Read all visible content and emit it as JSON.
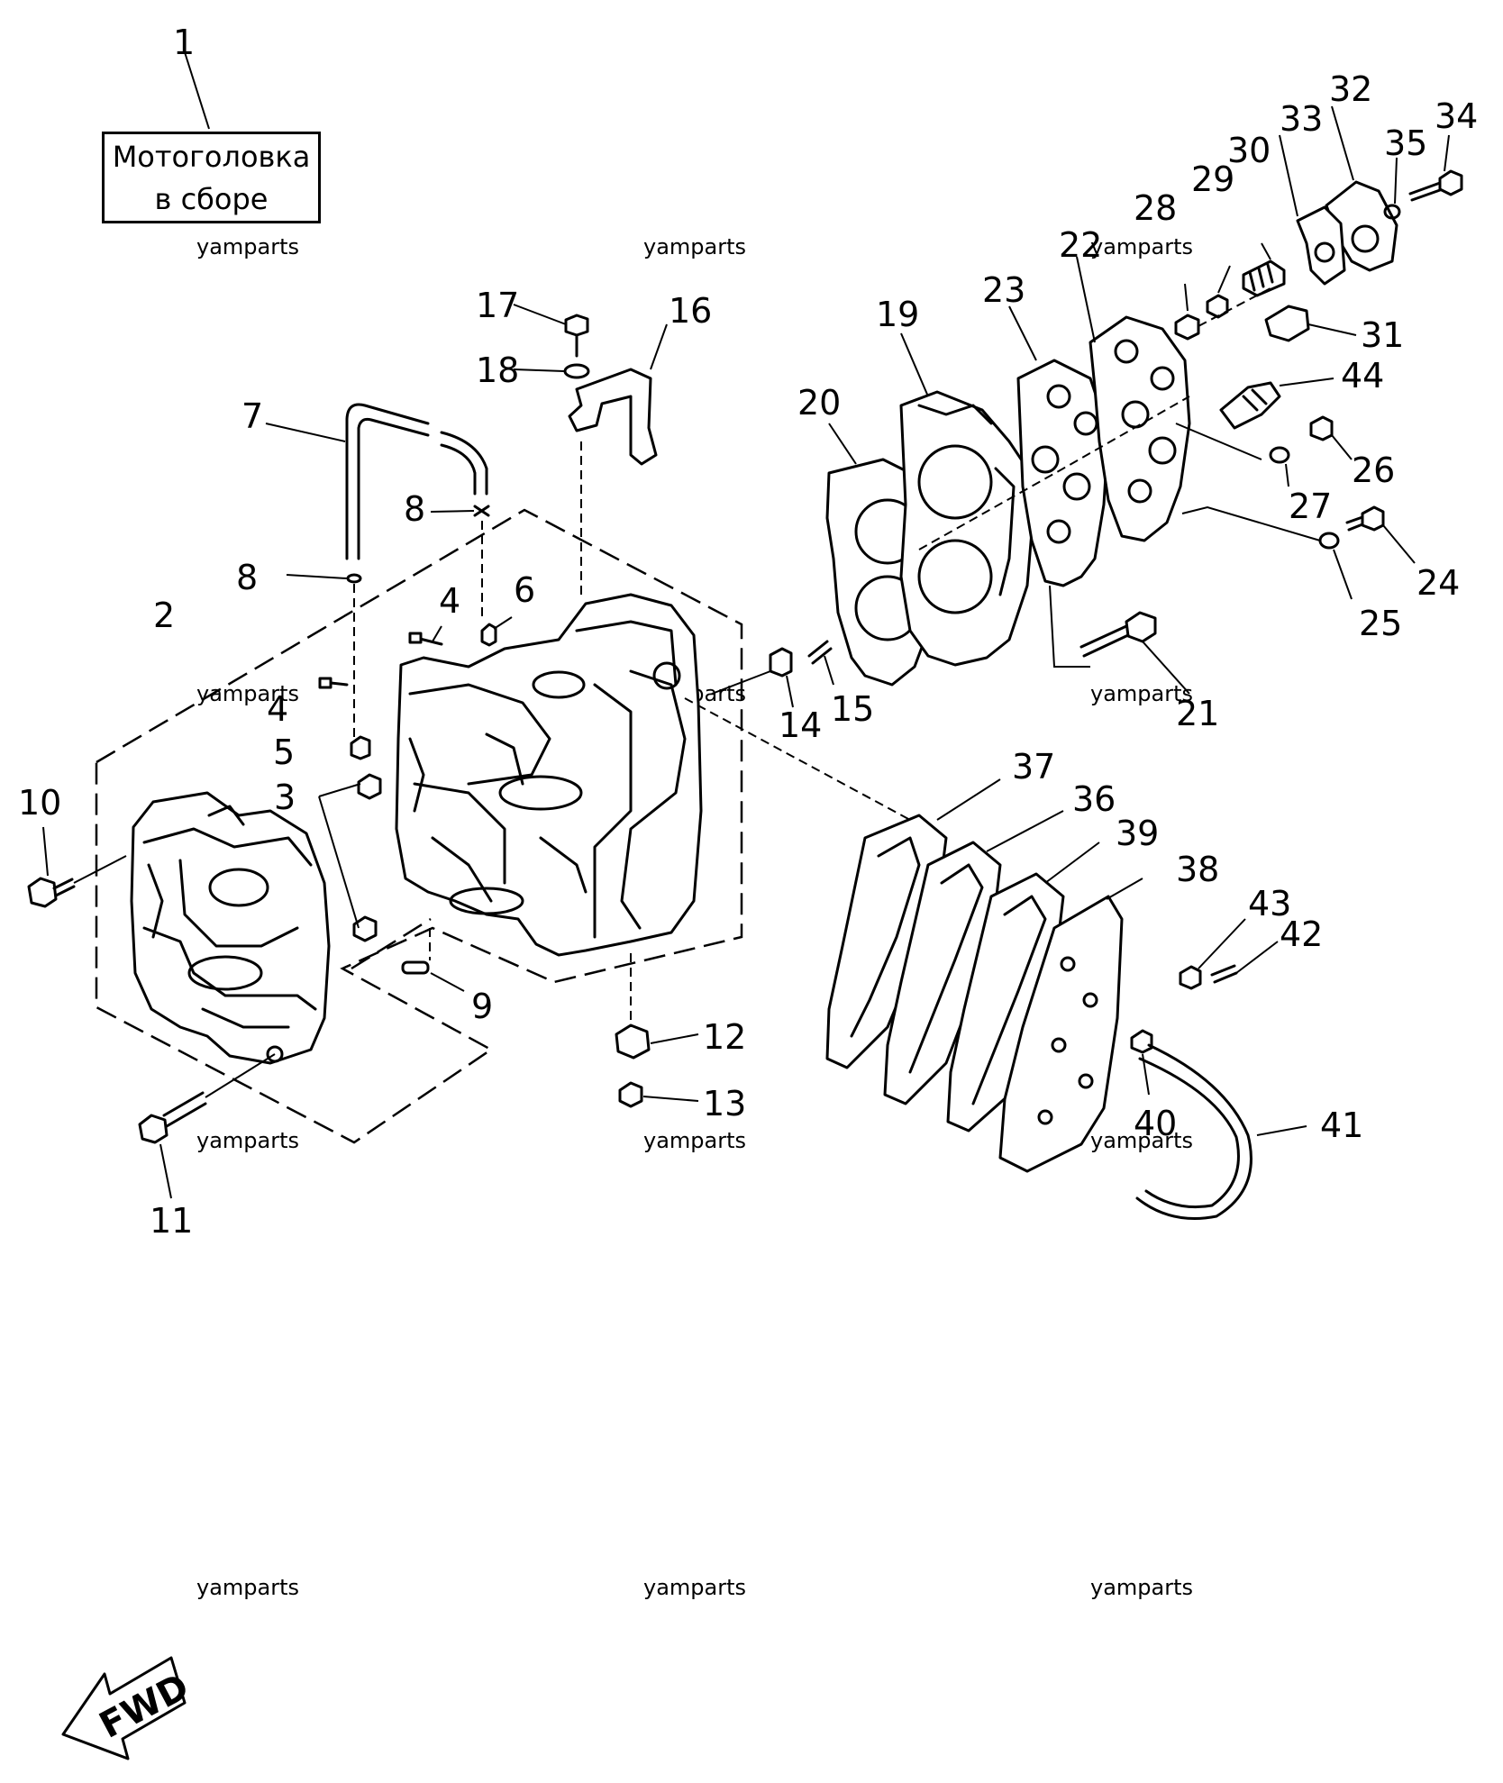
{
  "title_box": {
    "line1": "Мотоголовка",
    "line2": "в сборе"
  },
  "watermark": "yamparts",
  "fwd_label": "FWD",
  "part_numbers": [
    "1",
    "2",
    "3",
    "4",
    "4",
    "5",
    "6",
    "7",
    "8",
    "8",
    "9",
    "10",
    "11",
    "12",
    "13",
    "14",
    "15",
    "16",
    "17",
    "18",
    "19",
    "20",
    "21",
    "22",
    "23",
    "24",
    "25",
    "26",
    "27",
    "28",
    "29",
    "30",
    "31",
    "32",
    "33",
    "34",
    "35",
    "36",
    "37",
    "38",
    "39",
    "40",
    "41",
    "42",
    "43",
    "44"
  ]
}
